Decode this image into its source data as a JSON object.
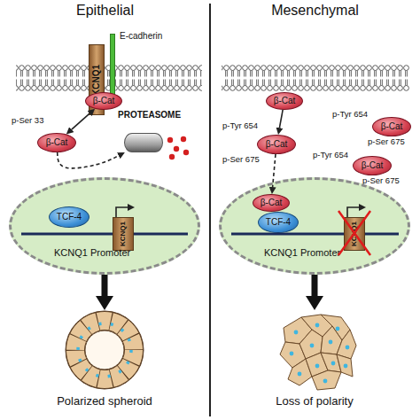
{
  "diagram": {
    "nodes": [
      {
        "text": [
          "Epithelial"
        ]
      },
      {
        "text": [
          "KCNQ1"
        ],
        "in": 0
      },
      {
        "text": [
          "E-cadherin"
        ],
        "in": 0
      },
      {
        "text": [
          "β-Cat"
        ],
        "in": 0
      },
      {
        "text": [
          "p-Ser 33",
          "β-Cat"
        ],
        "in": 0
      },
      {
        "text": [
          "PROTEASOME"
        ],
        "in": 0
      },
      {
        "text": [
          "KCNQ1 Promoter"
        ],
        "in": 0
      },
      {
        "text": [
          "TCF-4"
        ],
        "in": 6
      },
      {
        "text": [
          "KCNQ1"
        ],
        "in": 6
      },
      {
        "text": [
          "Polarized spheroid"
        ],
        "in": 0
      },
      {
        "text": [
          "Mesenchymal"
        ]
      },
      {
        "text": [
          "β-Cat"
        ],
        "in": 10
      },
      {
        "text": [
          "p-Tyr 654",
          "β-Cat",
          "p-Ser 675"
        ],
        "in": 10
      },
      {
        "text": [
          "p-Tyr 654",
          "β-Cat",
          "p-Ser 675"
        ],
        "in": 10
      },
      {
        "text": [
          "p-Tyr 654",
          "β-Cat",
          "p-Ser 675"
        ],
        "in": 10
      },
      {
        "text": [
          "KCNQ1 Promoter"
        ],
        "in": 10
      },
      {
        "text": [
          "β-Cat"
        ],
        "in": 15
      },
      {
        "text": [
          "TCF-4"
        ],
        "in": 15
      },
      {
        "text": [
          "KCNQ1"
        ],
        "in": 15
      },
      {
        "text": [
          "Loss of polarity"
        ],
        "in": 10
      }
    ],
    "edges": [
      {
        "from": 3,
        "to": 4,
        "arrow": "both"
      },
      {
        "from": 4,
        "to": 5,
        "arrow": "to"
      },
      {
        "from": 6,
        "to": 9,
        "arrow": "to"
      },
      {
        "from": 11,
        "to": 12,
        "arrow": "to"
      },
      {
        "from": 12,
        "to": 16,
        "arrow": "to"
      },
      {
        "from": 15,
        "to": 19,
        "arrow": "to"
      }
    ]
  }
}
